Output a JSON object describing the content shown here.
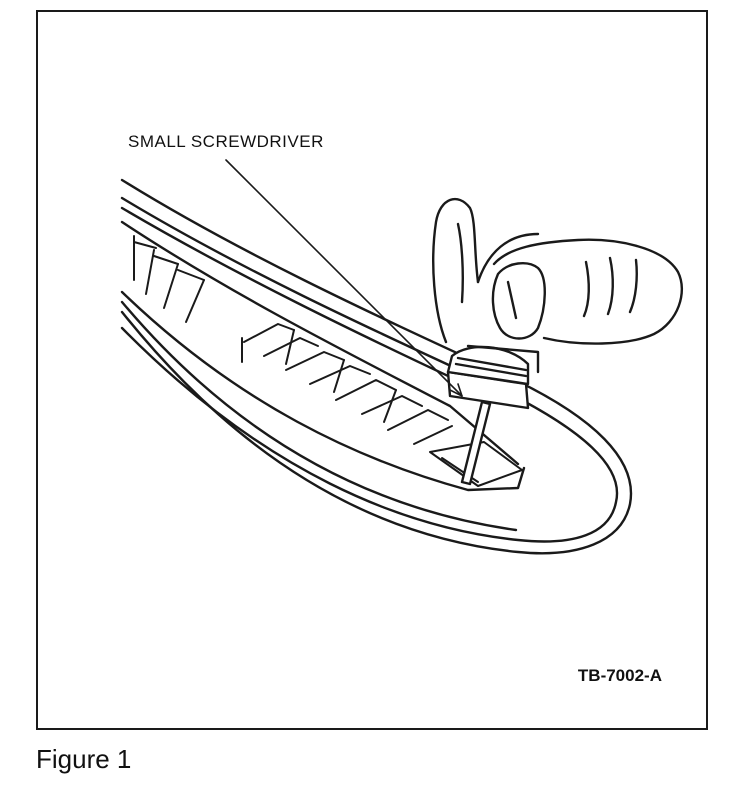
{
  "callout": {
    "label": "SMALL SCREWDRIVER"
  },
  "reference": {
    "code": "TB-7002-A"
  },
  "caption": {
    "text": "Figure 1"
  },
  "illustration": {
    "subject": "hand-holding-screwdriver-prying-grille",
    "line_color": "#1a1a1a",
    "fill_color": "#ffffff"
  }
}
